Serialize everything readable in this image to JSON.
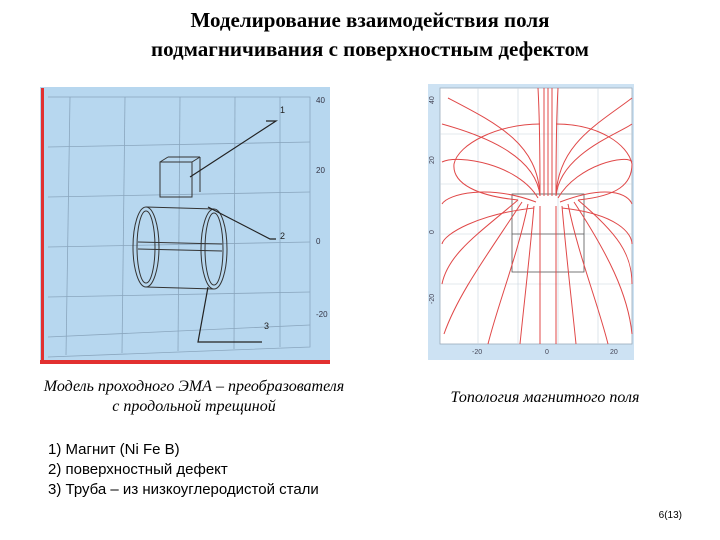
{
  "slide": {
    "title_line1": "Моделирование взаимодействия поля",
    "title_line2": "подмагничивания с поверхностным дефектом",
    "left_figure": {
      "callouts": [
        "1",
        "2",
        "3"
      ],
      "axis_labels": [
        "40",
        "20",
        "0",
        "-20"
      ]
    },
    "right_figure": {
      "y_tick_labels": [
        "40",
        "20",
        "0",
        "-20"
      ],
      "x_tick_labels": [
        "-20",
        "0",
        "20"
      ]
    },
    "caption_left_line1": "Модель проходного ЭМА – преобразователя",
    "caption_left_line2": "с продольной трещиной",
    "caption_right": "Топология магнитного поля",
    "notes": [
      "1) Магнит  (Ni Fe B)",
      "2) поверхностный дефект",
      "3) Труба – из низкоуглеродистой стали"
    ],
    "page_number": "6(13)"
  },
  "colors": {
    "model_background": "#b7d7ef",
    "model_frame": "#e23030",
    "field_lines": "#e04848",
    "field_background": "#cde2f3"
  }
}
